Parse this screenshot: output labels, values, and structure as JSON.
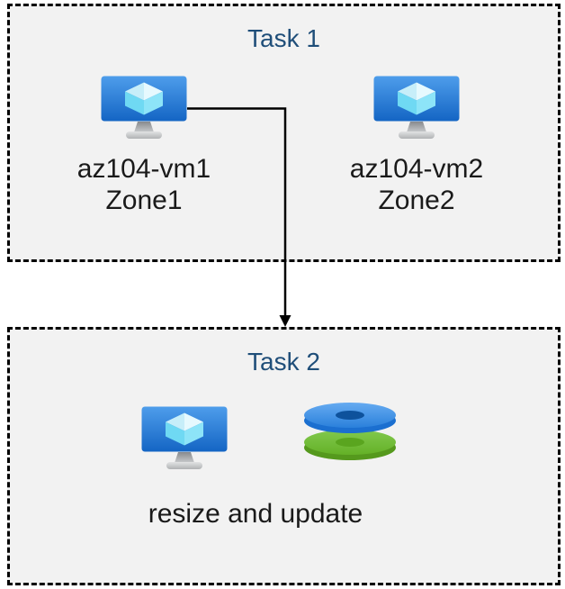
{
  "colors": {
    "page_background": "#ffffff",
    "box_background": "#f2f2f2",
    "box_border": "#000000",
    "title_text": "#1f4e79",
    "label_text": "#1a1a1a",
    "arrow": "#000000",
    "vm_screen_top": "#4e9deb",
    "vm_screen_bottom": "#1465c4",
    "vm_cube_cyan": "#50e6ff",
    "disk_blue_top": "#2e86de",
    "disk_blue_side": "#1b6fd0",
    "disk_green_top": "#6db92e",
    "disk_green_side": "#55991d"
  },
  "task1": {
    "title": "Task 1",
    "vms": [
      {
        "name": "az104-vm1",
        "zone": "Zone1",
        "icon": "virtual-machine-icon"
      },
      {
        "name": "az104-vm2",
        "zone": "Zone2",
        "icon": "virtual-machine-icon"
      }
    ]
  },
  "task2": {
    "title": "Task 2",
    "icons": [
      "virtual-machine-icon",
      "managed-disks-icon"
    ],
    "action": "resize and update"
  },
  "connector": {
    "type": "elbow-arrow-down",
    "from": "az104-vm1",
    "to": "Task 2"
  }
}
